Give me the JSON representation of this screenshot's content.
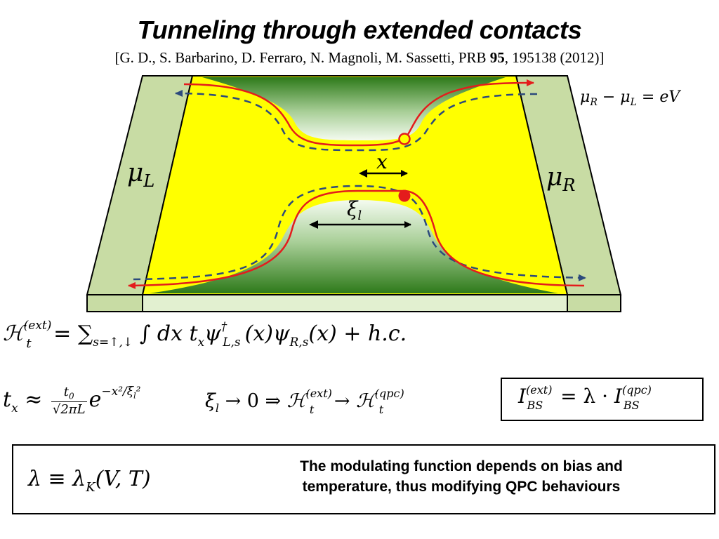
{
  "header": {
    "title": "Tunneling through extended contacts",
    "reference_prefix": "[G. D., S. Barbarino, D. Ferraro, N. Magnoli, M. Sassetti, PRB ",
    "reference_volume": "95",
    "reference_suffix": ", 195138 (2012)]"
  },
  "diagram": {
    "label_mu_left": "μ_L",
    "label_mu_right": "μ_R",
    "bias_relation": "μ_R − μ_L = eV",
    "label_x": "x",
    "label_xi": "ξ_l",
    "colors": {
      "contact": "#c8dca4",
      "edge_fill": "#ffff00",
      "edge_channel": "#e41c1c",
      "dashed_channel": "#2c4a7c",
      "gate_dark": "#2e7a1a"
    }
  },
  "equations": {
    "hamiltonian": "H_t^(ext) = Σ_{s=↑,↓} ∫ dx t_x ψ†_{L,s}(x) ψ_{R,s}(x) + h.c.",
    "tunneling_amplitude": "t_x ≈ t_0 / sqrt(2πL) · e^(−x²/ξ_l²)",
    "limit": "ξ_l → 0 ⇒ H_t^(ext) → H_t^(qpc)",
    "backscattering": "I_BS^(ext) = λ · I_BS^(qpc)",
    "lambda_def": "λ ≡ λ_K(V,T)"
  },
  "note": {
    "line1": "The modulating function depends on bias and",
    "line2": "temperature, thus modifying QPC behaviours"
  }
}
